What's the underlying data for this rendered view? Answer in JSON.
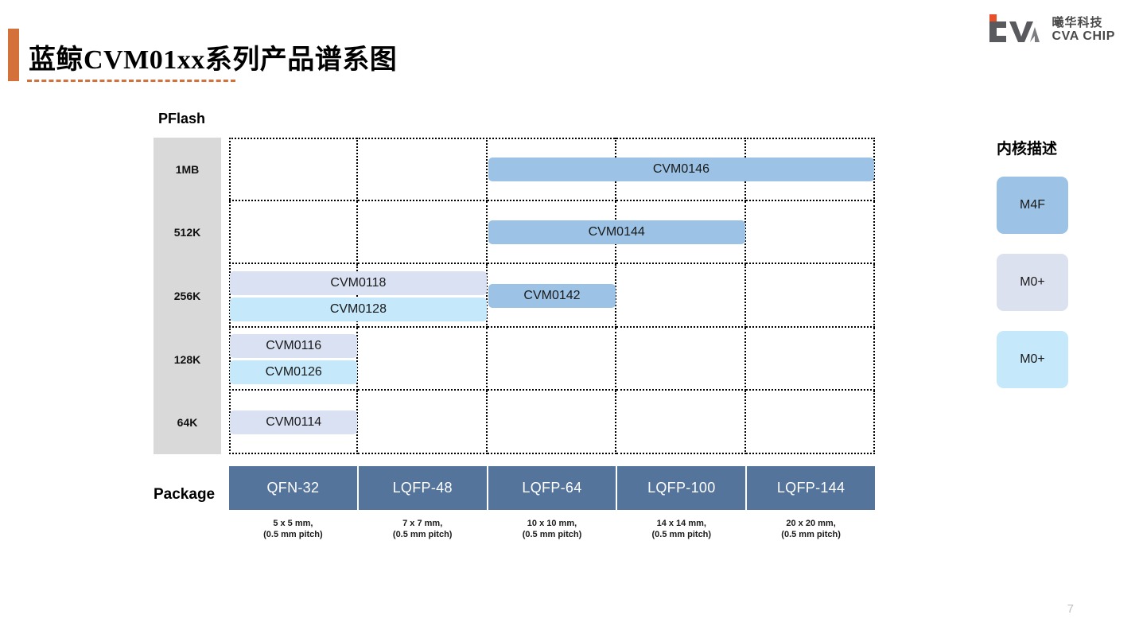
{
  "header": {
    "title": "蓝鲸CVM01xx系列产品谱系图",
    "accent_color": "#D4703A"
  },
  "logo": {
    "mark_text": "CVA",
    "company_cn": "曦华科技",
    "company_en": "CVA CHIP",
    "accent_color": "#E8502A"
  },
  "chart_data": {
    "type": "table",
    "title": "蓝鲸CVM01xx系列产品谱系图",
    "xlabel": "Package",
    "ylabel": "PFlash",
    "categories": [
      "QFN-32",
      "LQFP-48",
      "LQFP-64",
      "LQFP-100",
      "LQFP-144"
    ],
    "ytick_labels": [
      "1MB",
      "512K",
      "256K",
      "128K",
      "64K"
    ],
    "grid": true,
    "legend_position": "right",
    "products": [
      {
        "name": "CVM0146",
        "flash": "1MB",
        "row": 0,
        "col_start": 2,
        "col_end": 5,
        "core": "M4F",
        "color": "#9CC3E6"
      },
      {
        "name": "CVM0144",
        "flash": "512K",
        "row": 1,
        "col_start": 2,
        "col_end": 4,
        "core": "M4F",
        "color": "#9CC3E6"
      },
      {
        "name": "CVM0118",
        "flash": "256K",
        "row": 2,
        "col_start": 0,
        "col_end": 2,
        "core": "M0+",
        "color": "#D9E1F2"
      },
      {
        "name": "CVM0128",
        "flash": "256K",
        "row": 2,
        "col_start": 0,
        "col_end": 2,
        "core": "M0+",
        "color": "#C5E8FB"
      },
      {
        "name": "CVM0142",
        "flash": "256K",
        "row": 2,
        "col_start": 2,
        "col_end": 3,
        "core": "M4F",
        "color": "#9CC3E6"
      },
      {
        "name": "CVM0116",
        "flash": "128K",
        "row": 3,
        "col_start": 0,
        "col_end": 1,
        "core": "M0+",
        "color": "#D9E1F2"
      },
      {
        "name": "CVM0126",
        "flash": "128K",
        "row": 3,
        "col_start": 0,
        "col_end": 1,
        "core": "M0+",
        "color": "#C5E8FB"
      },
      {
        "name": "CVM0114",
        "flash": "64K",
        "row": 4,
        "col_start": 0,
        "col_end": 1,
        "core": "M0+",
        "color": "#D9E1F2"
      }
    ],
    "package_captions": [
      "5 x 5 mm,\n(0.5 mm pitch)",
      "7 x 7 mm,\n(0.5 mm pitch)",
      "10 x 10 mm,\n(0.5 mm pitch)",
      "14 x 14 mm,\n(0.5 mm pitch)",
      "20 x 20 mm,\n(0.5 mm pitch)"
    ]
  },
  "axes": {
    "pflash_label": "PFlash",
    "package_label": "Package"
  },
  "legend": {
    "title": "内核描述",
    "items": [
      {
        "label": "M4F",
        "color": "#9CC3E6"
      },
      {
        "label": "M0+",
        "color": "#DCE1F0"
      },
      {
        "label": "M0+",
        "color": "#C5E8FB"
      }
    ]
  },
  "footer": {
    "page_number": "7"
  }
}
